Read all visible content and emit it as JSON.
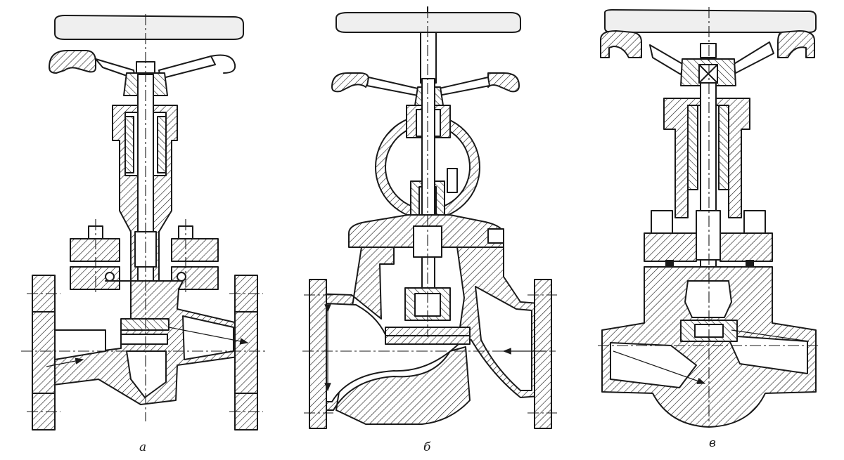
{
  "figure": {
    "labels": {
      "a": "а",
      "b": "б",
      "c": "в"
    }
  }
}
